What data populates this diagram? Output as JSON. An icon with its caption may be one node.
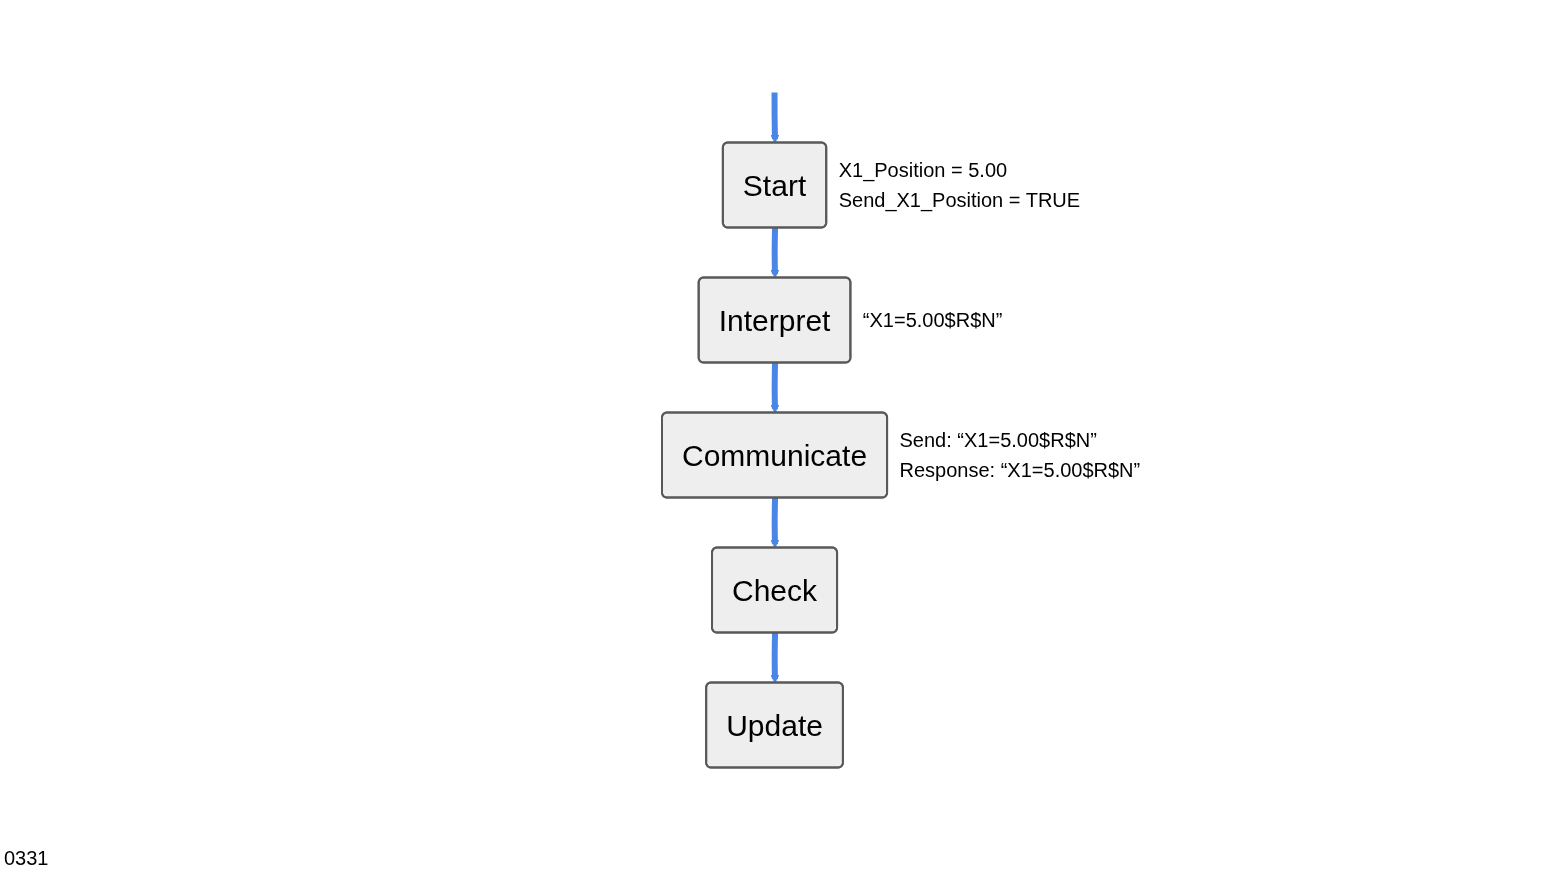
{
  "diagram": {
    "nodes": [
      {
        "text": [
          "Start"
        ],
        "beside": [
          "X1_Position = 5.00",
          "Send_X1_Position = TRUE"
        ]
      },
      {
        "text": [
          "Interpret"
        ],
        "beside": [
          "“X1=5.00$R$N”"
        ]
      },
      {
        "text": [
          "Communicate"
        ],
        "beside": [
          "Send: “X1=5.00$R$N”",
          "Response: “X1=5.00$R$N”"
        ]
      },
      {
        "text": [
          "Check"
        ]
      },
      {
        "text": [
          "Update"
        ]
      }
    ],
    "edges": [
      {
        "from": 0,
        "to": 1,
        "arrow": "to"
      },
      {
        "from": 1,
        "to": 2,
        "arrow": "to"
      },
      {
        "from": 2,
        "to": 3,
        "arrow": "to"
      },
      {
        "from": 3,
        "to": 4,
        "arrow": "to"
      },
      {
        "from": null,
        "to": 0,
        "arrow": "to"
      }
    ],
    "labels": [
      "0331"
    ]
  }
}
